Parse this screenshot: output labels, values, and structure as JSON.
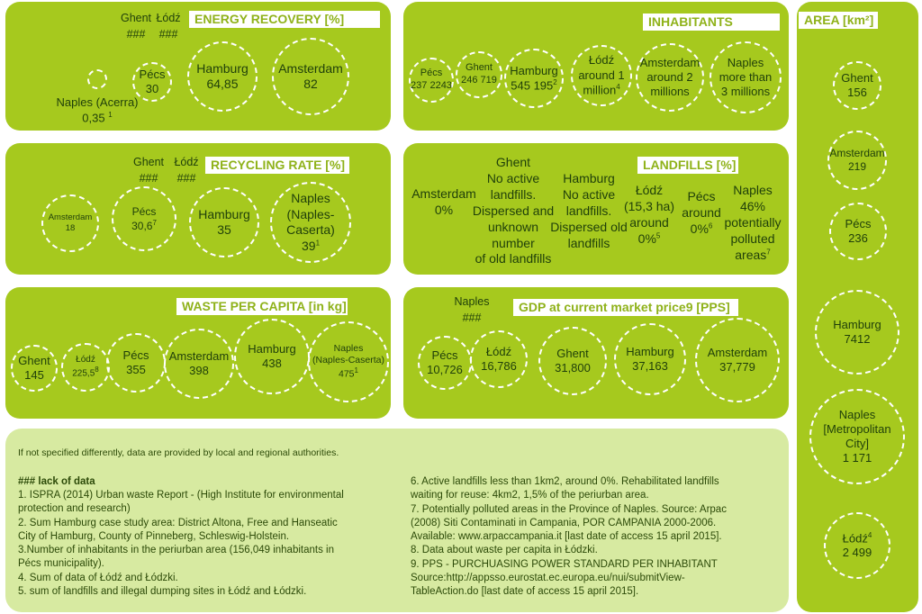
{
  "colors": {
    "panel": "#a6c91e",
    "title_text": "#8fb21a",
    "notes_bg": "#d7eaa1",
    "circle_border": "#ffffff"
  },
  "no_data_mark": "###",
  "chart_data": [
    {
      "type": "bubble",
      "title": "ENERGY RECOVERY [%]",
      "no_data": [
        "Ghent",
        "Łódź"
      ],
      "items": [
        {
          "name": "Naples (Acerra)",
          "display": "0,35",
          "value": 0.35,
          "note": "1"
        },
        {
          "name": "Pécs",
          "display": "30",
          "value": 30
        },
        {
          "name": "Hamburg",
          "display": "64,85",
          "value": 64.85
        },
        {
          "name": "Amsterdam",
          "display": "82",
          "value": 82
        }
      ]
    },
    {
      "type": "bubble",
      "title": "INHABITANTS",
      "items": [
        {
          "name": "Pécs",
          "display": "237 2243"
        },
        {
          "name": "Ghent",
          "display": "246 719"
        },
        {
          "name": "Hamburg",
          "display": "545 195",
          "note": "2"
        },
        {
          "name": "Łódź",
          "display": "around 1 million",
          "note": "4"
        },
        {
          "name": "Amsterdam",
          "display": "around 2 millions"
        },
        {
          "name": "Naples",
          "display": "more than 3 millions"
        }
      ]
    },
    {
      "type": "bubble",
      "title": "RECYCLING RATE [%]",
      "no_data": [
        "Ghent",
        "Łódź"
      ],
      "items": [
        {
          "name": "Amsterdam",
          "display": "18",
          "value": 18
        },
        {
          "name": "Pécs",
          "display": "30,6",
          "value": 30.6,
          "note": "7"
        },
        {
          "name": "Hamburg",
          "display": "35",
          "value": 35
        },
        {
          "name": "Naples (Naples-Caserta)",
          "display": "39",
          "value": 39,
          "note": "1"
        }
      ]
    },
    {
      "type": "table",
      "title": "LANDFILLS [%]",
      "items": [
        {
          "name": "Amsterdam",
          "display": "0%"
        },
        {
          "name": "Ghent",
          "display": "No active landfills. Dispersed and unknown number of old landfills"
        },
        {
          "name": "Hamburg",
          "display": "No active landfills. Dispersed old landfills"
        },
        {
          "name": "Łódź",
          "display": "(15,3 ha) around 0%",
          "note": "5"
        },
        {
          "name": "Pécs",
          "display": "around 0%",
          "note": "6"
        },
        {
          "name": "Naples",
          "display": "46% potentially polluted areas",
          "note": "7"
        }
      ]
    },
    {
      "type": "bubble",
      "title": "WASTE PER CAPITA [in kg]",
      "items": [
        {
          "name": "Ghent",
          "display": "145",
          "value": 145
        },
        {
          "name": "Łódź",
          "display": "225,5",
          "value": 225.5,
          "note": "8"
        },
        {
          "name": "Pécs",
          "display": "355",
          "value": 355
        },
        {
          "name": "Amsterdam",
          "display": "398",
          "value": 398
        },
        {
          "name": "Hamburg",
          "display": "438",
          "value": 438
        },
        {
          "name": "Naples (Naples-Caserta)",
          "display": "475",
          "value": 475,
          "note": "1"
        }
      ]
    },
    {
      "type": "bubble",
      "title": "GDP at current market price9 [PPS]",
      "no_data": [
        "Naples"
      ],
      "items": [
        {
          "name": "Pécs",
          "display": "10,726",
          "value": 10726
        },
        {
          "name": "Łódź",
          "display": "16,786",
          "value": 16786
        },
        {
          "name": "Ghent",
          "display": "31,800",
          "value": 31800
        },
        {
          "name": "Hamburg",
          "display": "37,163",
          "value": 37163
        },
        {
          "name": "Amsterdam",
          "display": "37,779",
          "value": 37779
        }
      ]
    },
    {
      "type": "bubble",
      "title": "AREA [km²]",
      "items": [
        {
          "name": "Ghent",
          "display": "156",
          "value": 156
        },
        {
          "name": "Amsterdam",
          "display": "219",
          "value": 219
        },
        {
          "name": "Pécs",
          "display": "236",
          "value": 236
        },
        {
          "name": "Hamburg",
          "display": "7412",
          "value": 7412
        },
        {
          "name": "Naples [Metropolitan City]",
          "display": "1 171",
          "value": 1171
        },
        {
          "name": "Łódź",
          "display": "2 499",
          "value": 2499,
          "note": "4"
        }
      ]
    }
  ],
  "labels": {
    "er": {
      "naples1": "Naples (Acerra)",
      "naples_val": "0,35",
      "naples_note": "1",
      "pecs": "Pécs",
      "pecs_val": "30",
      "hamburg": "Hamburg",
      "hamburg_val": "64,85",
      "amsterdam": "Amsterdam",
      "amsterdam_val": "82",
      "ghent": "Ghent",
      "lodz": "Łódź"
    },
    "inh": {
      "pecs": "Pécs",
      "pecs_val": "237 2243",
      "ghent": "Ghent",
      "ghent_val": "246 719",
      "hamburg": "Hamburg",
      "hamburg_val": "545 195",
      "hamburg_note": "2",
      "lodz": "Łódź",
      "lodz_l1": "around 1",
      "lodz_l2": "million",
      "lodz_note": "4",
      "amsterdam": "Amsterdam",
      "amsterdam_l1": "around 2",
      "amsterdam_l2": "millions",
      "naples": "Naples",
      "naples_l1": "more than",
      "naples_l2": "3 millions"
    },
    "rec": {
      "ghent": "Ghent",
      "lodz": "Łódź",
      "amsterdam": "Amsterdam",
      "amsterdam_val": "18",
      "pecs": "Pécs",
      "pecs_val": "30,6",
      "pecs_note": "7",
      "hamburg": "Hamburg",
      "hamburg_val": "35",
      "naples": "Naples",
      "naples_l2": "(Naples-",
      "naples_l3": "Caserta)",
      "naples_val": "39",
      "naples_note": "1"
    },
    "land": {
      "amsterdam": "Amsterdam",
      "amsterdam_val": "0%",
      "ghent": "Ghent",
      "ghent_l1": "No active",
      "ghent_l2": "landfills.",
      "ghent_l3": "Dispersed and",
      "ghent_l4": "unknown",
      "ghent_l5": "number",
      "ghent_l6": "of old landfills",
      "hamburg": "Hamburg",
      "hamburg_l1": "No active",
      "hamburg_l2": "landfills.",
      "hamburg_l3": "Dispersed old",
      "hamburg_l4": "landfills",
      "lodz": "Łódź",
      "lodz_l1": "(15,3 ha)",
      "lodz_l2": "around",
      "lodz_l3": "0%",
      "lodz_note": "5",
      "pecs": "Pécs",
      "pecs_l1": "around",
      "pecs_l2": "0%",
      "pecs_note": "6",
      "naples": "Naples",
      "naples_l1": "46%",
      "naples_l2": "potentially",
      "naples_l3": "polluted",
      "naples_l4": "areas",
      "naples_note": "7"
    },
    "waste": {
      "ghent": "Ghent",
      "ghent_val": "145",
      "lodz": "Łódź",
      "lodz_val": "225,5",
      "lodz_note": "8",
      "pecs": "Pécs",
      "pecs_val": "355",
      "amsterdam": "Amsterdam",
      "amsterdam_val": "398",
      "hamburg": "Hamburg",
      "hamburg_val": "438",
      "naples": "Naples",
      "naples_l2": "(Naples-Caserta)",
      "naples_val": "475",
      "naples_note": "1"
    },
    "gdp": {
      "naples": "Naples",
      "pecs": "Pécs",
      "pecs_val": "10,726",
      "lodz": "Łódź",
      "lodz_val": "16,786",
      "ghent": "Ghent",
      "ghent_val": "31,800",
      "hamburg": "Hamburg",
      "hamburg_val": "37,163",
      "amsterdam": "Amsterdam",
      "amsterdam_val": "37,779"
    },
    "area": {
      "ghent": "Ghent",
      "ghent_val": "156",
      "amsterdam": "Amsterdam",
      "amsterdam_val": "219",
      "pecs": "Pécs",
      "pecs_val": "236",
      "hamburg": "Hamburg",
      "hamburg_val": "7412",
      "naples": "Naples",
      "naples_l2": "[Metropolitan",
      "naples_l3": "City]",
      "naples_val": "1 171",
      "lodz": "Łódź",
      "lodz_note": "4",
      "lodz_val": "2 499"
    }
  },
  "notes": {
    "intro": "If not specified differently, data are provided by local and regional authorities.",
    "lack": "### lack of data",
    "left": [
      "1. ISPRA (2014) Urban waste Report - (High Institute for environmental",
      "protection and research)",
      "2. Sum Hamburg case study area: District Altona, Free and Hanseatic",
      "City of Hamburg, County of Pinneberg, Schleswig-Holstein.",
      "3.Number of inhabitants in the periurban area  (156,049 inhabitants in",
      "Pécs municipality).",
      "4. Sum of data of Łódź and Łódzki.",
      "5. sum of landfills and illegal dumping sites in Łódź and Łódzki."
    ],
    "right": [
      "6.  Active landfills less than 1km2, around 0%. Rehabilitated landfills",
      "waiting for reuse: 4km2, 1,5% of the periurban area.",
      "7. Potentially polluted areas in the Province of Naples. Source: Arpac",
      "(2008) Siti Contaminati in Campania, POR CAMPANIA 2000-2006.",
      "Available: www.arpaccampania.it [last date of access 15 april 2015].",
      "8. Data about waste per capita in Łódzki.",
      "9. PPS - PURCHUASING POWER STANDARD PER INHABITANT",
      "Source:http://appsso.eurostat.ec.europa.eu/nui/submitView-",
      "TableAction.do [last date of access 15 april 2015]."
    ]
  }
}
